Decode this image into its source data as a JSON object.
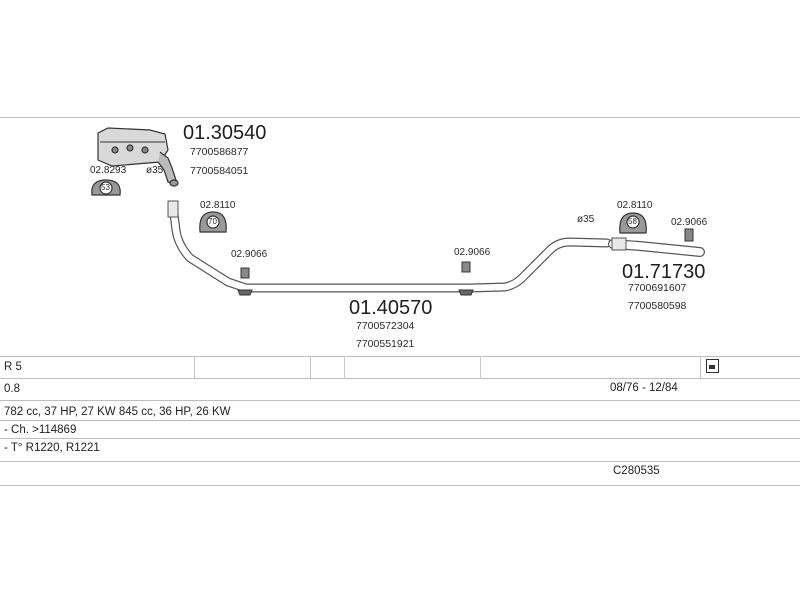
{
  "parts": {
    "muffler": {
      "code": "01.30540",
      "refs": [
        "7700586877",
        "7700584051"
      ]
    },
    "middle_pipe": {
      "code": "01.40570",
      "refs": [
        "7700572304",
        "7700551921"
      ]
    },
    "tail_pipe": {
      "code": "01.71730",
      "refs": [
        "7700691607",
        "7700580598"
      ]
    }
  },
  "accessories": {
    "clamp_top": "02.8293",
    "clamp_top_num": "53",
    "diam_top": "ø35",
    "mount_left": "02.8110",
    "mount_left_num": "70",
    "hanger_left": "02.9066",
    "hanger_mid": "02.9066",
    "diam_right": "ø35",
    "mount_right": "02.8110",
    "mount_right_num": "58",
    "hanger_right": "02.9066"
  },
  "info_table": {
    "model": "R 5",
    "engine": "0.8",
    "years": "08/76 - 12/84",
    "specs": "782 cc, 37 HP, 27 KW 845 cc, 36 HP, 26 KW",
    "chassis": "- Ch. >114869",
    "type": "- T° R1220, R1221",
    "catalog_code": "C280535"
  }
}
